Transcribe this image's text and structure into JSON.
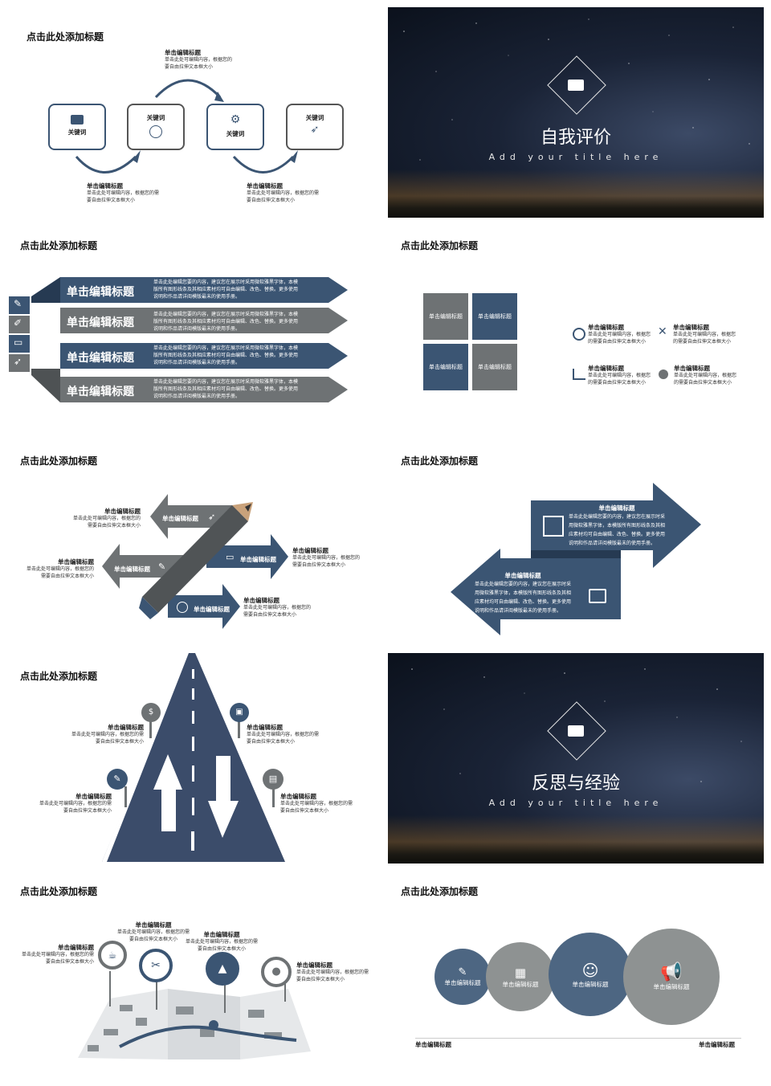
{
  "colors": {
    "navy": "#3b5573",
    "gray": "#6e7274",
    "dark": "#263a52",
    "light_gray": "#8e9292"
  },
  "s1": {
    "title": "点击此处添加标题",
    "boxes": [
      {
        "label": "关键词",
        "icon": "briefcase-icon"
      },
      {
        "label": "关键词",
        "icon": "globe-search-icon"
      },
      {
        "label": "关键词",
        "icon": "gears-icon"
      },
      {
        "label": "关键词",
        "icon": "rocket-icon"
      }
    ],
    "top_note": {
      "heading": "单击编辑标题",
      "line1": "单击此处可编辑内容，根据您的",
      "line2": "要自由拉伸文本框大小"
    },
    "bl_note": {
      "heading": "单击编辑标题",
      "line1": "单击此处可编辑内容，根据您的需",
      "line2": "要自由拉伸文本框大小"
    },
    "br_note": {
      "heading": "单击编辑标题",
      "line1": "单击此处可编辑内容，根据您的需",
      "line2": "要自由拉伸文本框大小"
    }
  },
  "s2": {
    "title": "自我评价",
    "subtitle": "Add your title here",
    "icon": "folder-icon"
  },
  "s3": {
    "title": "点击此处添加标题",
    "rows": [
      {
        "label": "单击编辑标题",
        "desc1": "单击此处编辑您要的内容，建议您在展示时采用微软雅黑字体，本模",
        "desc2": "版所有图形线条及其相应素材均可自由编辑、改色、替换。更多使用",
        "desc3": "说明和作品请详阅模版最末的使用手册。"
      },
      {
        "label": "单击编辑标题",
        "desc1": "单击此处编辑您要的内容，建议您在展示时采用微软雅黑字体，本模",
        "desc2": "版所有图形线条及其相应素材均可自由编辑、改色、替换。更多使用",
        "desc3": "说明和作品请详阅模版最末的使用手册。"
      },
      {
        "label": "单击编辑标题",
        "desc1": "单击此处编辑您要的内容，建议您在展示时采用微软雅黑字体，本模",
        "desc2": "版所有图形线条及其相应素材均可自由编辑、改色、替换。更多使用",
        "desc3": "说明和作品请详阅模版最末的使用手册。"
      },
      {
        "label": "单击编辑标题",
        "desc1": "单击此处编辑您要的内容，建议您在展示时采用微软雅黑字体，本模",
        "desc2": "版所有图形线条及其相应素材均可自由编辑、改色、替换。更多使用",
        "desc3": "说明和作品请详阅模版最末的使用手册。"
      }
    ],
    "icons": [
      "pin-icon",
      "pencil-icon",
      "monitor-icon",
      "rocket-icon"
    ]
  },
  "s4": {
    "title": "点击此处添加标题",
    "squares": [
      "单击编辑标题",
      "单击编辑标题",
      "单击编辑标题",
      "单击编辑标题"
    ],
    "items": [
      {
        "heading": "单击编辑标题",
        "line1": "单击此处可编辑内容，根据您",
        "line2": "的需要自由拉伸文本框大小",
        "icon": "target-icon"
      },
      {
        "heading": "单击编辑标题",
        "line1": "单击此处可编辑内容，根据您",
        "line2": "的需要自由拉伸文本框大小",
        "icon": "tools-icon"
      },
      {
        "heading": "单击编辑标题",
        "line1": "单击此处可编辑内容，根据您",
        "line2": "的需要自由拉伸文本框大小",
        "icon": "bar-chart-icon"
      },
      {
        "heading": "单击编辑标题",
        "line1": "单击此处可编辑内容，根据您",
        "line2": "的需要自由拉伸文本框大小",
        "icon": "pie-chart-icon"
      }
    ]
  },
  "s5": {
    "title": "点击此处添加标题",
    "arrows": [
      "单击编辑标题",
      "单击编辑标题",
      "单击编辑标题",
      "单击编辑标题"
    ],
    "notes": [
      {
        "heading": "单击编辑标题",
        "line1": "单击此处可编辑内容，根据您的",
        "line2": "需要自由拉伸文本框大小"
      },
      {
        "heading": "单击编辑标题",
        "line1": "单击此处可编辑内容，根据您的",
        "line2": "需要自由拉伸文本框大小"
      },
      {
        "heading": "单击编辑标题",
        "line1": "单击此处可编辑内容，根据您的",
        "line2": "需要自由拉伸文本框大小"
      },
      {
        "heading": "单击编辑标题",
        "line1": "单击此处可编辑内容，根据您的",
        "line2": "需要自由拉伸文本框大小"
      }
    ]
  },
  "s6": {
    "title": "点击此处添加标题",
    "top": {
      "heading": "单击编辑标题",
      "l1": "单击此处编辑您要的内容，建议您在展示时采",
      "l2": "用微软雅黑字体，本模版所有图形线条及其相",
      "l3": "应素材均可自由编辑、改色、替换。更多使用",
      "l4": "说明和作品请详阅模版最末的使用手册。"
    },
    "bottom": {
      "heading": "单击编辑标题",
      "l1": "单击此处编辑您要的内容，建议您在展示时采",
      "l2": "用微软雅黑字体，本模版所有图形线条及其相",
      "l3": "应素材均可自由编辑、改色、替换。更多使用",
      "l4": "说明和作品请详阅模版最末的使用手册。"
    }
  },
  "s7": {
    "title": "点击此处添加标题",
    "notes": [
      {
        "heading": "单击编辑标题",
        "line1": "单击此处可编辑内容，根据您的需",
        "line2": "要自由拉伸文本框大小",
        "icon": "money-bag-icon"
      },
      {
        "heading": "单击编辑标题",
        "line1": "单击此处可编辑内容，根据您的需",
        "line2": "要自由拉伸文本框大小",
        "icon": "inbox-icon"
      },
      {
        "heading": "单击编辑标题",
        "line1": "单击此处可编辑内容，根据您的需",
        "line2": "要自由拉伸文本框大小",
        "icon": "document-edit-icon"
      },
      {
        "heading": "单击编辑标题",
        "line1": "单击此处可编辑内容，根据您的需",
        "line2": "要自由拉伸文本框大小",
        "icon": "truck-icon"
      }
    ]
  },
  "s8": {
    "title": "反思与经验",
    "subtitle": "Add your title here",
    "icon": "folder-icon"
  },
  "s9": {
    "title": "点击此处添加标题",
    "pins": [
      {
        "heading": "单击编辑标题",
        "line1": "单击此处可编辑内容，根据您的需",
        "line2": "要自由拉伸文本框大小",
        "icon": "cup-icon"
      },
      {
        "heading": "单击编辑标题",
        "line1": "单击此处可编辑内容，根据您的需",
        "line2": "要自由拉伸文本框大小",
        "icon": "scissors-icon"
      },
      {
        "heading": "单击编辑标题",
        "line1": "单击此处可编辑内容，根据您的需",
        "line2": "要自由拉伸文本框大小",
        "icon": "tree-icon"
      },
      {
        "heading": "单击编辑标题",
        "line1": "单击此处可编辑内容，根据您的需",
        "line2": "要自由拉伸文本框大小",
        "icon": "paw-icon"
      }
    ]
  },
  "s10": {
    "title": "点击此处添加标题",
    "circles": [
      {
        "label": "单击编辑标题",
        "icon": "pencil-icon"
      },
      {
        "label": "单击编辑标题",
        "icon": "building-icon"
      },
      {
        "label": "单击编辑标题",
        "icon": "masks-icon"
      },
      {
        "label": "单击编辑标题",
        "icon": "megaphone-icon"
      }
    ],
    "left_label": "单击编辑标题",
    "right_label": "单击编辑标题"
  }
}
